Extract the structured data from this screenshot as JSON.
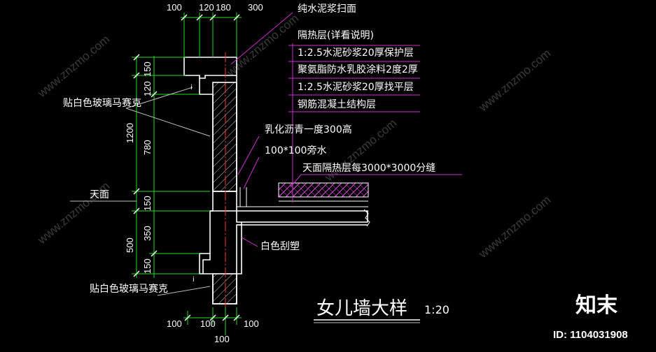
{
  "drawing": {
    "title": "女儿墙大样",
    "scale": "1:20"
  },
  "top_dims": [
    "100",
    "120",
    "180",
    "300"
  ],
  "bottom_dims": [
    "100",
    "100",
    "100",
    "100"
  ],
  "left_dims": [
    "150",
    "120",
    "780",
    "1200",
    "150",
    "350",
    "500",
    "150"
  ],
  "layers": [
    "纯水泥浆扫面",
    "隔热层(详看说明)",
    "1:2.5水泥砂浆20厚保护层",
    "聚氨脂防水乳胶涂料2度2厚",
    "1:2.5水泥砂浆20厚找平层",
    "钢筋混凝土结构层"
  ],
  "notes": {
    "emulsified_asphalt": "乳化沥青一度300高",
    "gutter": "100*100旁水",
    "roof_joint": "天面隔热层每3000*3000分缝",
    "white_plaster": "白色刮塑",
    "mosaic_top": "贴白色玻璃马赛克",
    "mosaic_bottom": "贴白色玻璃马赛克",
    "roof_surface": "天面"
  },
  "brand": {
    "logo": "知末",
    "id": "ID: 1104031908",
    "watermark": "www.znzmo.com"
  },
  "colors": {
    "background": "#000000",
    "outline": "#ffffff",
    "dimension": "#22dd22",
    "leader": "#cc33cc",
    "axis": "#ff3333",
    "hatch": "#ffffff"
  }
}
